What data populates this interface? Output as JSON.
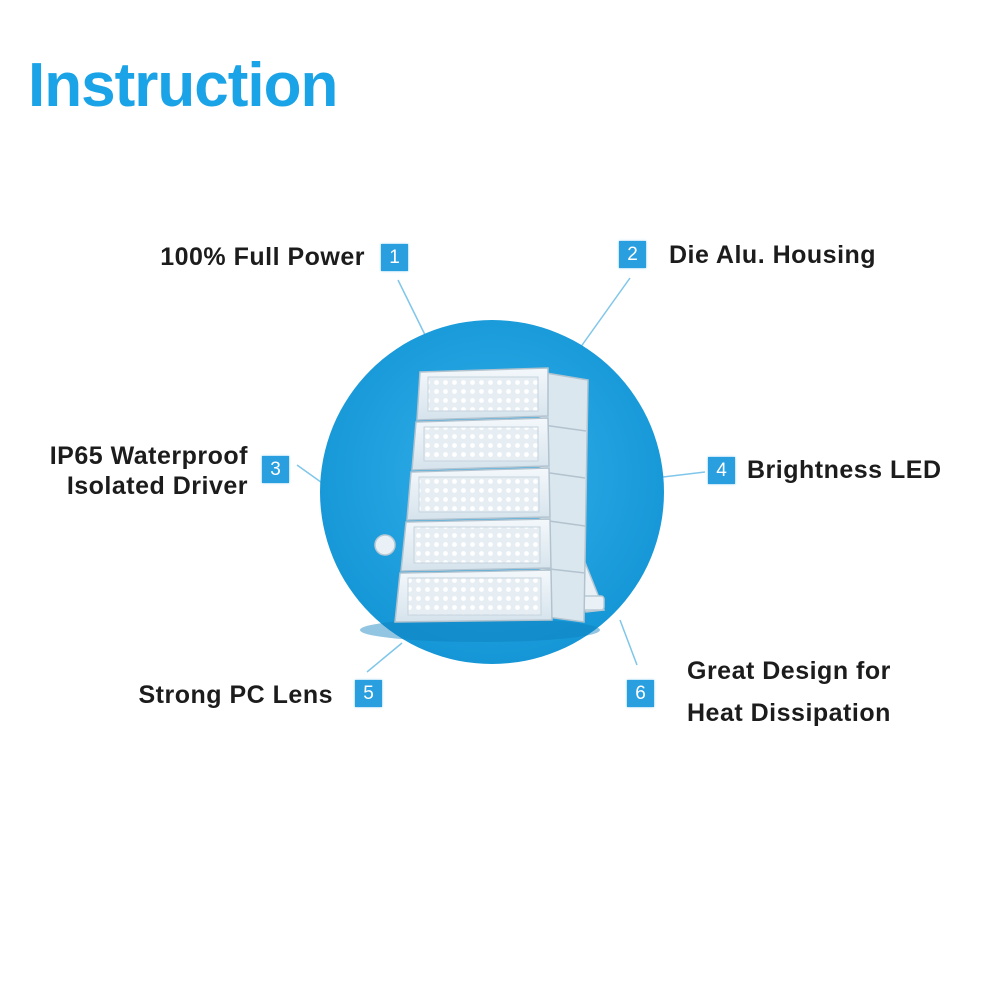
{
  "title": "Instruction",
  "features": [
    {
      "number": "1",
      "label_lines": [
        "100% Full Power"
      ]
    },
    {
      "number": "2",
      "label_lines": [
        "Die Alu. Housing"
      ]
    },
    {
      "number": "3",
      "label_lines": [
        "IP65 Waterproof",
        "Isolated Driver"
      ]
    },
    {
      "number": "4",
      "label_lines": [
        "Brightness LED"
      ]
    },
    {
      "number": "5",
      "label_lines": [
        "Strong PC Lens"
      ]
    },
    {
      "number": "6",
      "label_lines": [
        "Great Design for",
        "Heat Dissipation"
      ]
    }
  ],
  "colors": {
    "accent": "#1aa3e6",
    "circle": "#1e9fdc",
    "badge": "#2a9fe0",
    "leader_line": "#7fc6ea"
  },
  "illustration": "led-floodlight-icon"
}
